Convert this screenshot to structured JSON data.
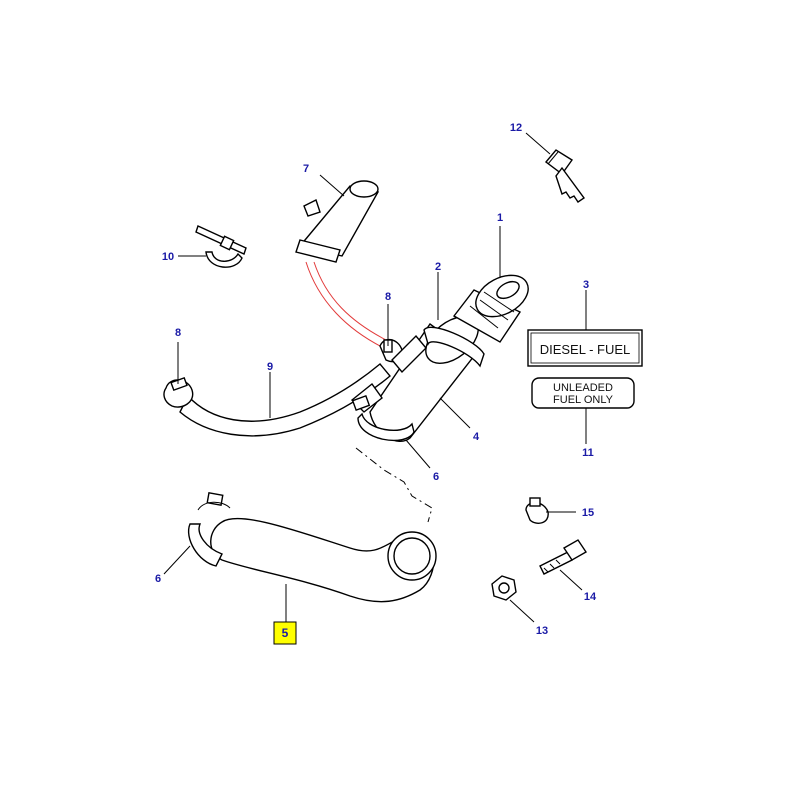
{
  "callouts": [
    {
      "id": "c1",
      "label": "1"
    },
    {
      "id": "c2",
      "label": "2"
    },
    {
      "id": "c3",
      "label": "3"
    },
    {
      "id": "c4",
      "label": "4"
    },
    {
      "id": "c5",
      "label": "5"
    },
    {
      "id": "c6a",
      "label": "6"
    },
    {
      "id": "c6b",
      "label": "6"
    },
    {
      "id": "c7",
      "label": "7"
    },
    {
      "id": "c8a",
      "label": "8"
    },
    {
      "id": "c8b",
      "label": "8"
    },
    {
      "id": "c9",
      "label": "9"
    },
    {
      "id": "c10",
      "label": "10"
    },
    {
      "id": "c11",
      "label": "11"
    },
    {
      "id": "c12",
      "label": "12"
    },
    {
      "id": "c13",
      "label": "13"
    },
    {
      "id": "c14",
      "label": "14"
    },
    {
      "id": "c15",
      "label": "15"
    }
  ],
  "labels": {
    "diesel": "DIESEL - FUEL",
    "unleaded_line1": "UNLEADED",
    "unleaded_line2": "FUEL ONLY"
  },
  "colors": {
    "callout_text": "#1a1aa6",
    "highlight_box": "#ffff00",
    "breather_pipe": "#e23b3b"
  }
}
